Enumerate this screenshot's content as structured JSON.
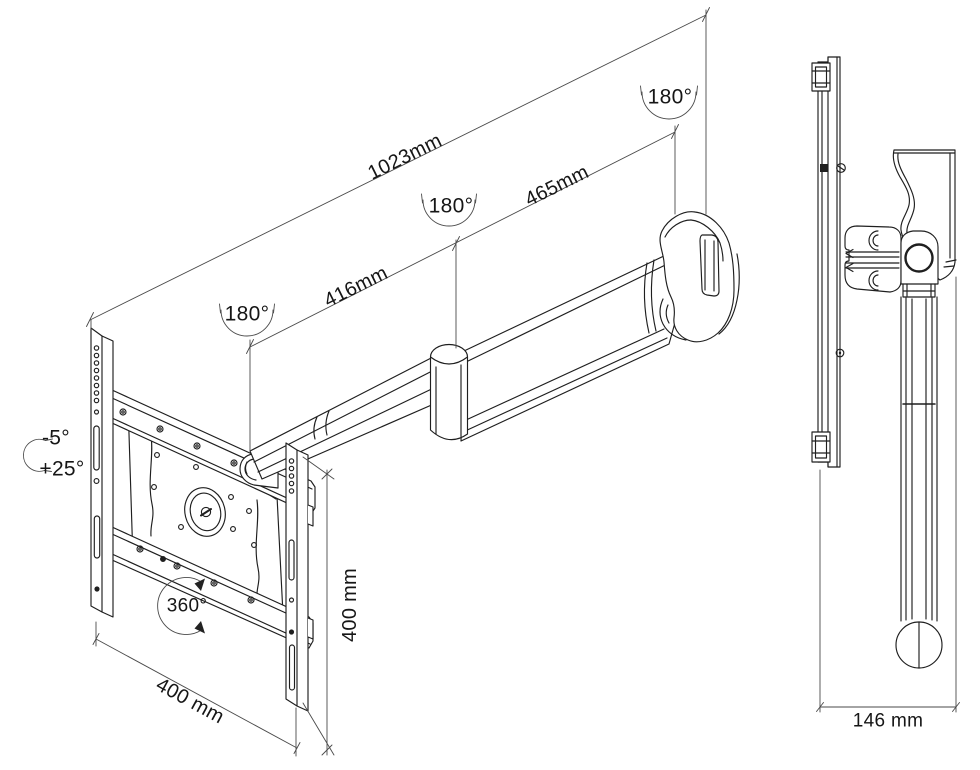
{
  "drawing": {
    "labels": {
      "dim_length_full": "1023mm",
      "dim_length_front": "465mm",
      "dim_length_rear": "416mm",
      "angle_wall_swivel": "180°",
      "angle_mid_swivel": "180°",
      "angle_plate_swivel": "180°",
      "angle_tilt_up": "-5°",
      "angle_tilt_down": "+25°",
      "angle_rotation": "360°",
      "dim_vesa_height": "400 mm",
      "dim_vesa_width": "400 mm",
      "dim_depth": "146 mm"
    },
    "colors": {
      "object_line": "#1f1f1f",
      "dimension_line": "#4a4a4a",
      "background": "#ffffff"
    }
  }
}
